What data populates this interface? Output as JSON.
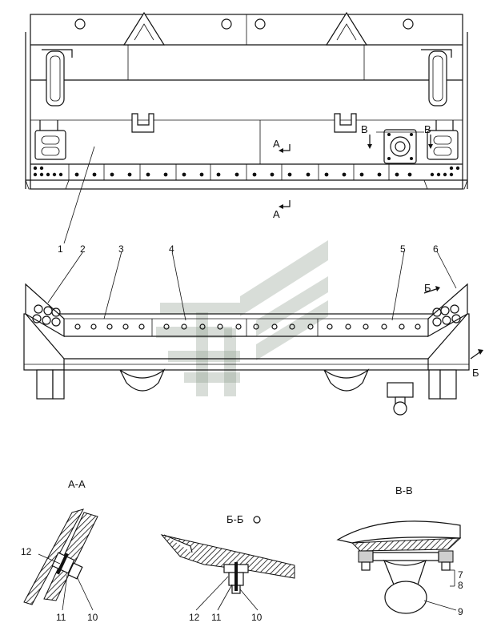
{
  "callouts": {
    "c1": "1",
    "c2": "2",
    "c3": "3",
    "c4": "4",
    "c5": "5",
    "c6": "6",
    "c7": "7",
    "c8": "8",
    "c9": "9",
    "c10a": "10",
    "c10b": "10",
    "c11a": "11",
    "c11b": "11",
    "c12a": "12",
    "c12b": "12"
  },
  "section_marks": {
    "a_top": "А",
    "a_bottom": "А",
    "v_left": "В",
    "v_right": "В",
    "b_left": "Б",
    "b_right": "Б"
  },
  "section_titles": {
    "aa": "А-А",
    "bb": "Б-Б",
    "vv": "В-В"
  }
}
